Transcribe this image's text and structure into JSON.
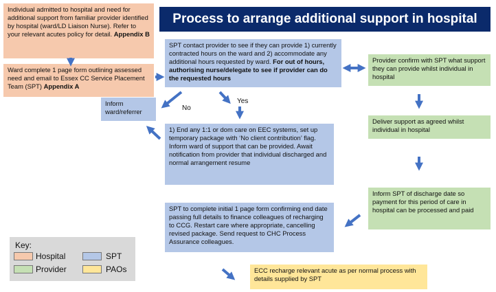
{
  "title": "Process to arrange additional support in hospital",
  "boxes": {
    "admit": {
      "text": "Individual admitted to hospital and need for additional support from familiar provider identified by hospital (ward/LD Liaison Nurse).  Refer to your relevant acutes policy for detail.  ",
      "bold": "Appendix B"
    },
    "ward_form": {
      "text": "Ward complete 1 page form outlining assessed need and email to Essex CC Service Placement Team (SPT) ",
      "bold": "Appendix A"
    },
    "spt_contact": {
      "text": "SPT contact provider to see if they can provide 1) currently contracted hours on the ward and 2) accommodate any additional hours requested by ward.  ",
      "bold": "For out of hours, authorising nurse/delegate to see if provider can do the requested hours"
    },
    "inform_ward": {
      "text": "Inform ward/referrer"
    },
    "end_care": {
      "text": "1) End any 1:1 or dom care on EEC systems, set up temporary package with ‘No client contribution’ flag.  Inform ward of support that can be provided.  Await notification from provider that individual discharged and normal arrangement resume"
    },
    "provider_confirm": {
      "text": "Provider confirm with SPT what support they can provide whilst individual in hospital"
    },
    "deliver": {
      "text": "Deliver support as agreed whilst individual in hospital"
    },
    "inform_spt": {
      "text": "Inform SPT of discharge date so payment for this period of care in hospital can be processed and paid"
    },
    "spt_complete": {
      "text": "SPT to complete initial 1 page form confirming end date passing full details to finance colleagues of recharging to CCG.  Restart care where appropriate, cancelling revised package.  Send request to CHC Process Assurance colleagues."
    },
    "ecc": {
      "text": "ECC recharge relevant acute as per normal process with details supplied by SPT"
    }
  },
  "labels": {
    "no": "No",
    "yes": "Yes"
  },
  "key": {
    "title": "Key:",
    "items": [
      {
        "label": "Hospital",
        "color": "#f6c9ad"
      },
      {
        "label": "Provider",
        "color": "#c5e0b4"
      },
      {
        "label": "SPT",
        "color": "#b4c7e7"
      },
      {
        "label": "PAOs",
        "color": "#ffe699"
      }
    ]
  },
  "colors": {
    "title_bg": "#0b2a6b",
    "arrow": "#4472c4"
  }
}
